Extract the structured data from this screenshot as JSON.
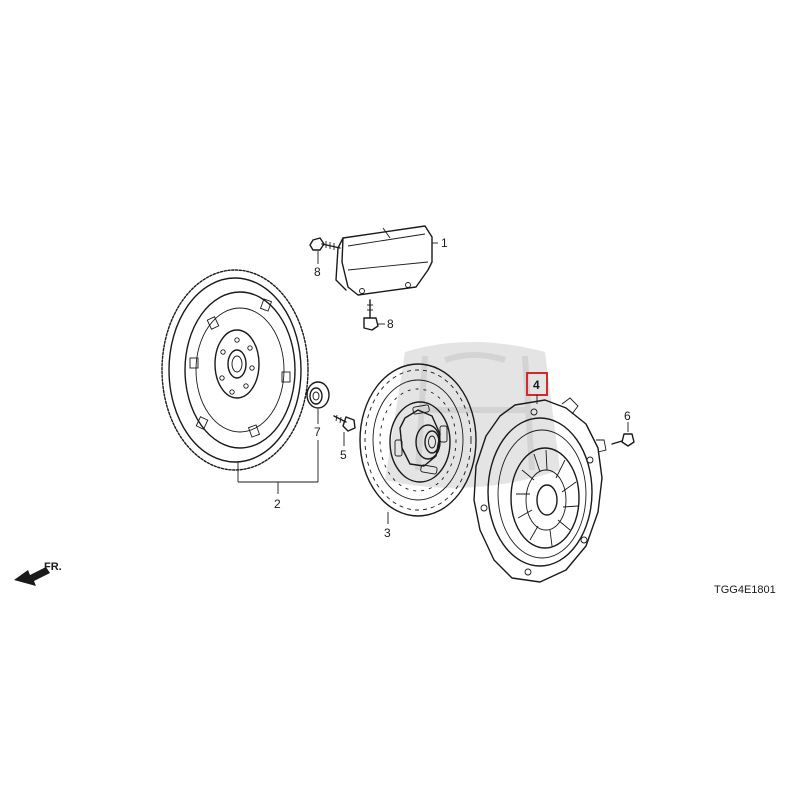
{
  "callouts": {
    "p1": "1",
    "p2": "2",
    "p3": "3",
    "p4": "4",
    "p5": "5",
    "p6": "6",
    "p7": "7",
    "p8_upper": "8",
    "p8_lower": "8"
  },
  "highlight": {
    "part": "4",
    "color": "#d62828"
  },
  "direction_label": "FR.",
  "diagram_code": "TGG4E1801"
}
